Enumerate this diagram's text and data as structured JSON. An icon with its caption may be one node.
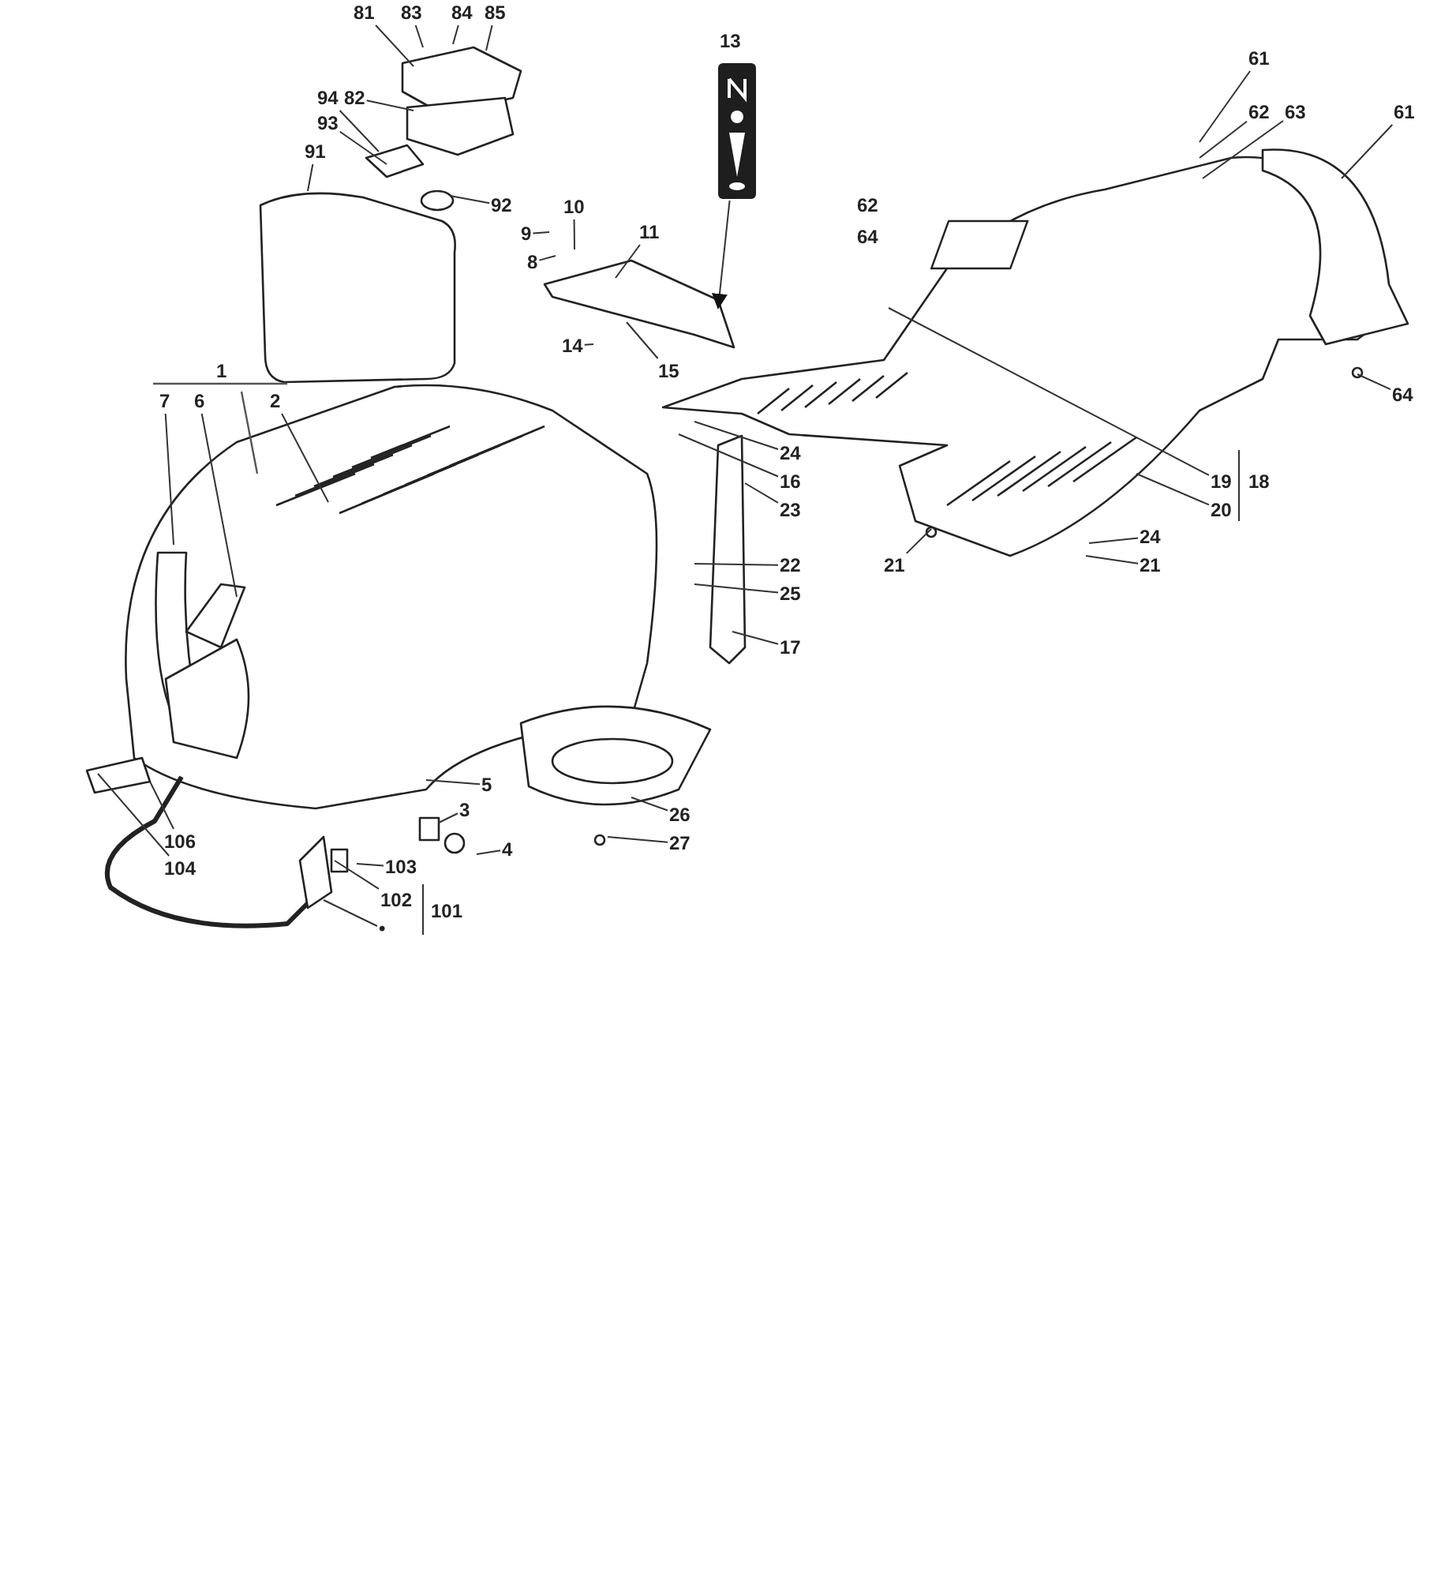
{
  "diagram": {
    "nodes": [
      {
        "text": [
          "81"
        ]
      },
      {
        "text": [
          "83"
        ]
      },
      {
        "text": [
          "84"
        ]
      },
      {
        "text": [
          "85"
        ]
      },
      {
        "text": [
          "82"
        ]
      },
      {
        "text": [
          "94"
        ]
      },
      {
        "text": [
          "93"
        ]
      },
      {
        "text": [
          "91"
        ]
      },
      {
        "text": [
          "92"
        ]
      },
      {
        "text": [
          "10"
        ]
      },
      {
        "text": [
          "9"
        ]
      },
      {
        "text": [
          "8"
        ]
      },
      {
        "text": [
          "11"
        ]
      },
      {
        "text": [],
        "shape": "picture",
        "beside": [
          "13"
        ]
      },
      {
        "text": [
          "14"
        ]
      },
      {
        "text": [
          "15"
        ]
      },
      {
        "text": [
          "61"
        ]
      },
      {
        "text": [
          "62"
        ]
      },
      {
        "text": [
          "63"
        ]
      },
      {
        "text": [
          "61"
        ]
      },
      {
        "text": [
          "7"
        ]
      },
      {
        "text": [
          "6"
        ]
      },
      {
        "text": [
          "2"
        ]
      },
      {
        "text": [
          "24"
        ]
      },
      {
        "text": [
          "16"
        ]
      },
      {
        "text": [
          "23"
        ]
      },
      {
        "text": [
          "64"
        ]
      },
      {
        "text": [
          "19"
        ]
      },
      {
        "text": [
          "20"
        ]
      },
      {
        "text": [
          "22"
        ]
      },
      {
        "text": [
          "25"
        ]
      },
      {
        "text": [
          "21"
        ]
      },
      {
        "text": [
          "24"
        ]
      },
      {
        "text": [
          "21"
        ]
      },
      {
        "text": [
          "17"
        ]
      },
      {
        "text": [
          "5"
        ]
      },
      {
        "text": [
          "3"
        ]
      },
      {
        "text": [
          "4"
        ]
      },
      {
        "text": [
          "26"
        ]
      },
      {
        "text": [
          "27"
        ]
      },
      {
        "text": [
          "106"
        ]
      },
      {
        "text": [
          "104"
        ]
      },
      {
        "text": [
          "103"
        ]
      },
      {
        "text": [
          "102"
        ]
      },
      {
        "text": [
          "•"
        ]
      }
    ],
    "edges": [
      {
        "from": 0,
        "to": null,
        "arrow": "none"
      },
      {
        "from": 1,
        "to": null,
        "arrow": "none"
      },
      {
        "from": 2,
        "to": null,
        "arrow": "none"
      },
      {
        "from": 3,
        "to": null,
        "arrow": "none"
      },
      {
        "from": 4,
        "to": null,
        "arrow": "none"
      },
      {
        "from": 5,
        "to": null,
        "arrow": "none"
      },
      {
        "from": 6,
        "to": null,
        "arrow": "none"
      },
      {
        "from": 7,
        "to": null,
        "arrow": "none"
      },
      {
        "from": 8,
        "to": null,
        "arrow": "none"
      },
      {
        "from": 9,
        "to": null,
        "arrow": "none"
      },
      {
        "from": 10,
        "to": null,
        "arrow": "none"
      },
      {
        "from": 11,
        "to": null,
        "arrow": "none"
      },
      {
        "from": 12,
        "to": null,
        "arrow": "none"
      },
      {
        "from": 13,
        "to": null,
        "arrow": "to"
      },
      {
        "from": 14,
        "to": null,
        "arrow": "none"
      },
      {
        "from": 15,
        "to": null,
        "arrow": "none"
      },
      {
        "from": 16,
        "to": null,
        "arrow": "none"
      },
      {
        "from": 17,
        "to": null,
        "arrow": "none"
      },
      {
        "from": 18,
        "to": null,
        "arrow": "none"
      },
      {
        "from": 19,
        "to": null,
        "arrow": "none"
      },
      {
        "from": 20,
        "to": null,
        "arrow": "none"
      },
      {
        "from": 21,
        "to": null,
        "arrow": "none"
      },
      {
        "from": 22,
        "to": null,
        "arrow": "none"
      },
      {
        "from": 23,
        "to": null,
        "arrow": "none"
      },
      {
        "from": 24,
        "to": null,
        "arrow": "none"
      },
      {
        "from": 25,
        "to": null,
        "arrow": "none"
      },
      {
        "from": 26,
        "to": null,
        "arrow": "none"
      },
      {
        "from": 27,
        "to": null,
        "arrow": "none"
      },
      {
        "from": 28,
        "to": null,
        "arrow": "none"
      },
      {
        "from": 29,
        "to": null,
        "arrow": "none"
      },
      {
        "from": 30,
        "to": null,
        "arrow": "none"
      },
      {
        "from": 31,
        "to": null,
        "arrow": "none"
      },
      {
        "from": 32,
        "to": null,
        "arrow": "none"
      },
      {
        "from": 33,
        "to": null,
        "arrow": "none"
      },
      {
        "from": 34,
        "to": null,
        "arrow": "none"
      },
      {
        "from": 35,
        "to": null,
        "arrow": "none"
      },
      {
        "from": 36,
        "to": null,
        "arrow": "none"
      },
      {
        "from": 37,
        "to": null,
        "arrow": "none"
      },
      {
        "from": 38,
        "to": null,
        "arrow": "none"
      },
      {
        "from": 39,
        "to": null,
        "arrow": "none"
      },
      {
        "from": 40,
        "to": null,
        "arrow": "none"
      },
      {
        "from": 41,
        "to": null,
        "arrow": "none"
      },
      {
        "from": 42,
        "to": null,
        "arrow": "none"
      },
      {
        "from": 43,
        "to": null,
        "arrow": "none"
      },
      {
        "from": 44,
        "to": null,
        "arrow": "none"
      }
    ],
    "labels": [
      "62",
      "64",
      "1",
      "18",
      "101"
    ]
  }
}
